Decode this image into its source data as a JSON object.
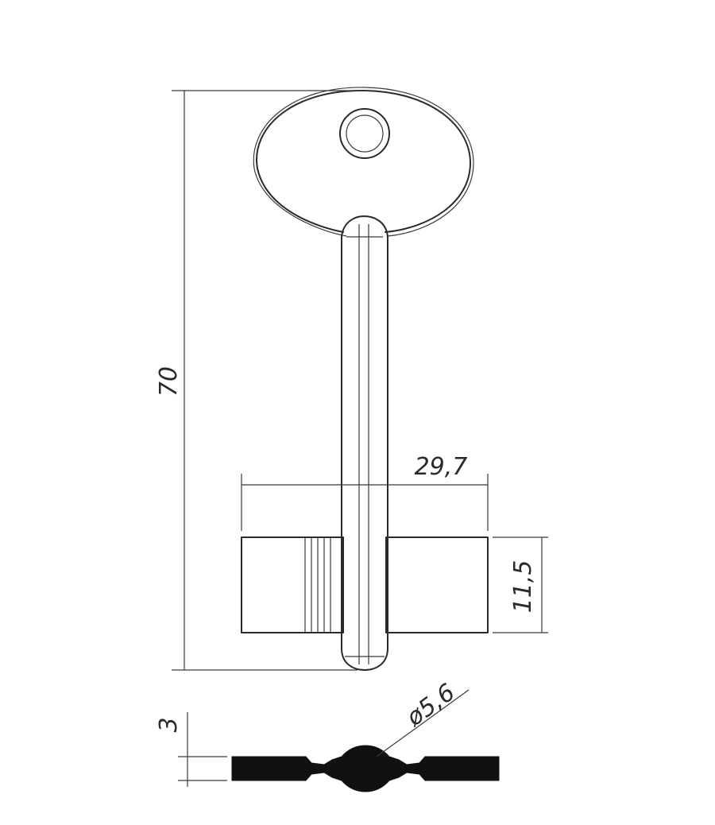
{
  "drawing": {
    "subject": "double-bit safe key",
    "dimensions": {
      "overall_length": "70",
      "bit_width": "29,7",
      "bit_height": "11,5",
      "thickness": "3",
      "shank_diameter": "ø5,6"
    }
  }
}
